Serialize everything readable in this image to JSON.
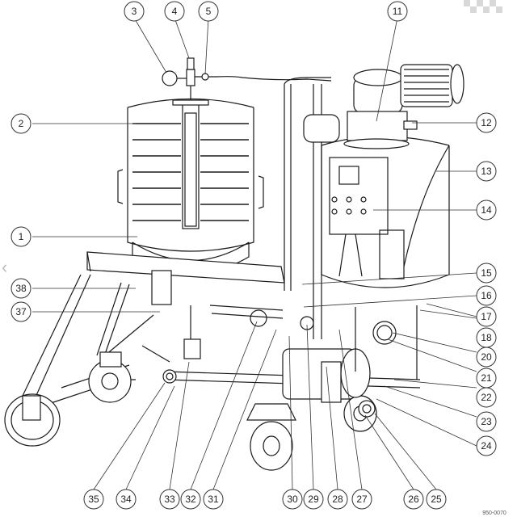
{
  "figure": {
    "document_code": "950-0070",
    "nav_left_glyph": "‹",
    "callouts": [
      "1",
      "2",
      "3",
      "4",
      "5",
      "11",
      "12",
      "13",
      "14",
      "15",
      "16",
      "17",
      "18",
      "20",
      "21",
      "22",
      "23",
      "24",
      "25",
      "26",
      "27",
      "28",
      "29",
      "30",
      "31",
      "32",
      "33",
      "34",
      "35",
      "37",
      "38"
    ]
  }
}
